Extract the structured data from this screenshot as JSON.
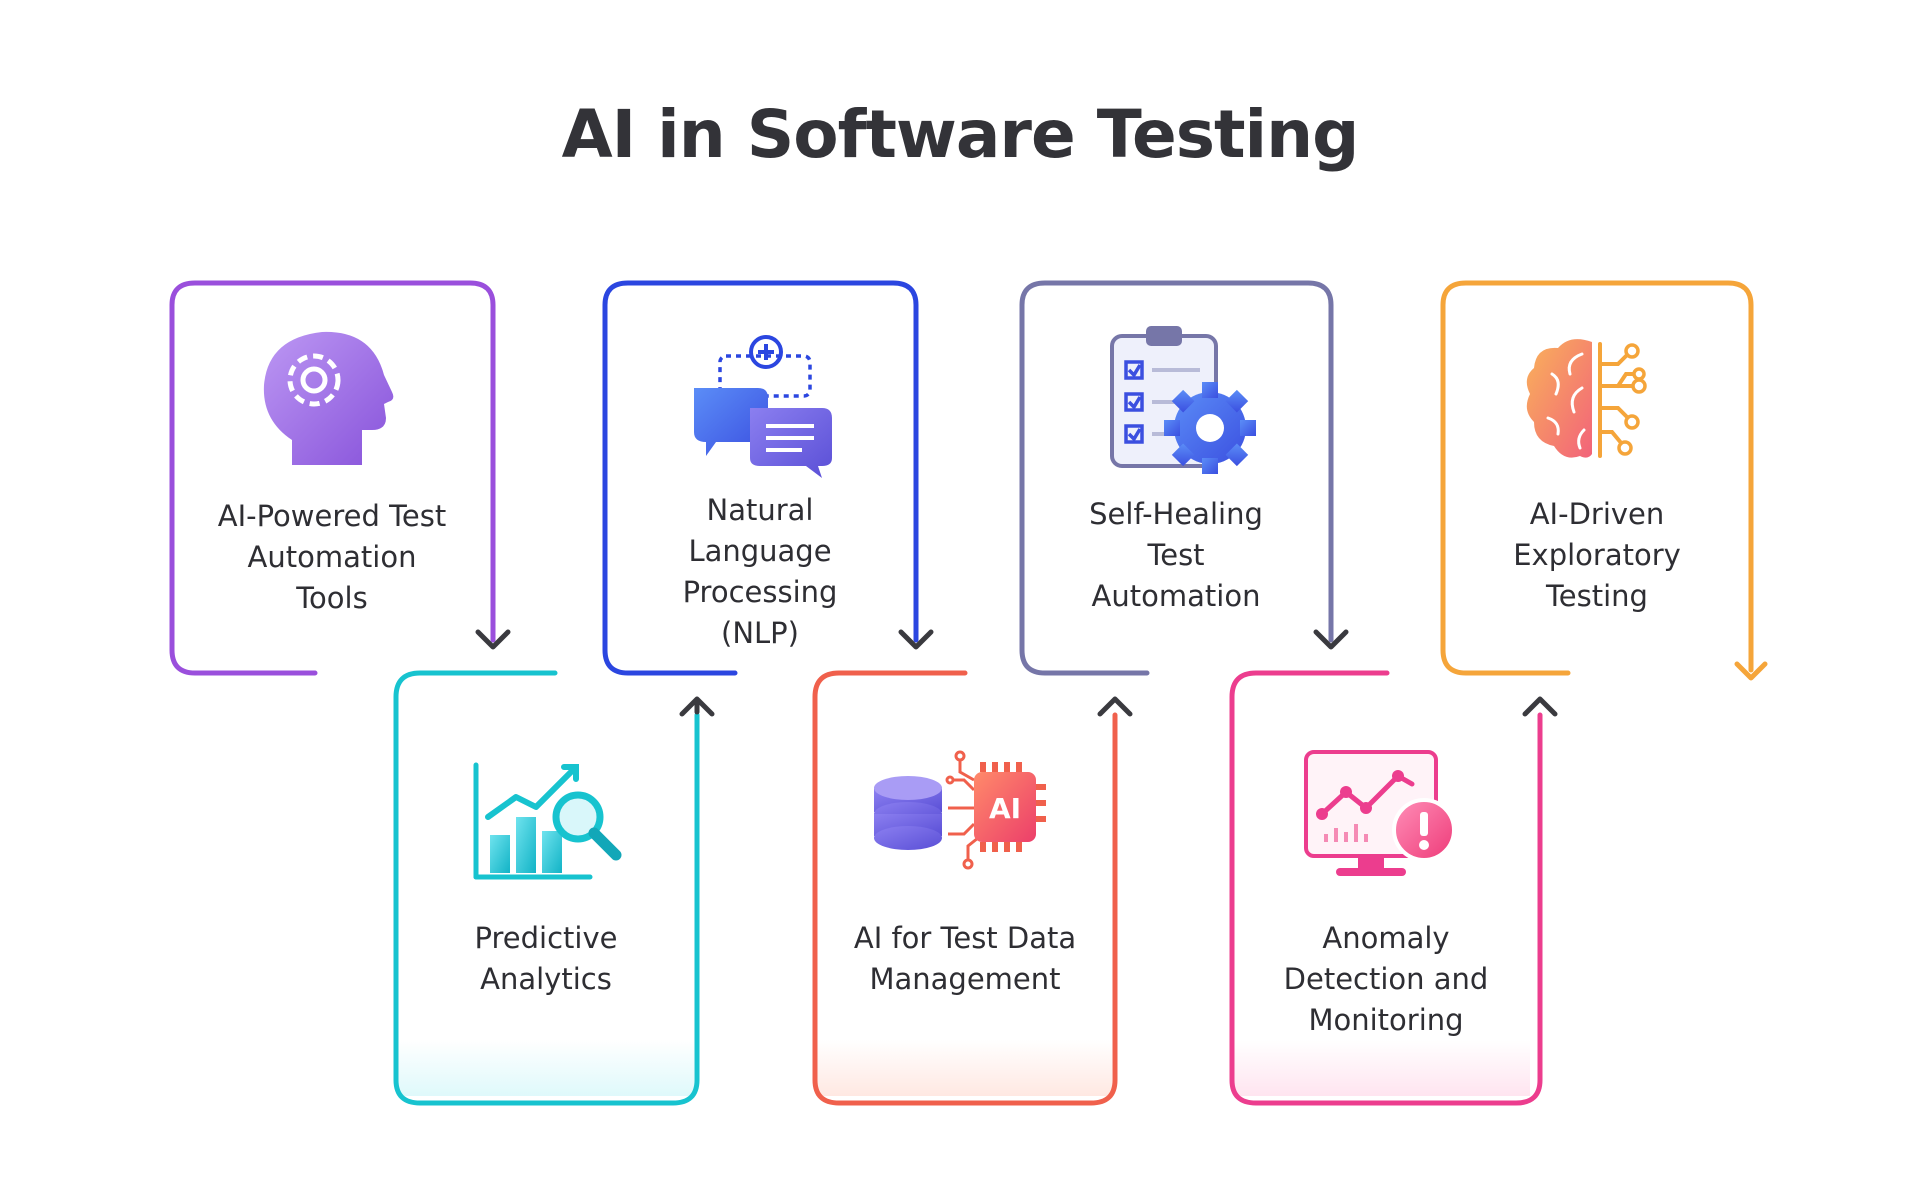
{
  "title": "AI in Software Testing",
  "steps": [
    {
      "lines": [
        "AI-Powered Test",
        "Automation",
        "Tools"
      ],
      "icon": "head-gear-icon",
      "color": "#9a4fdc"
    },
    {
      "lines": [
        "Predictive",
        "Analytics"
      ],
      "icon": "chart-magnifier-icon",
      "color": "#17c3cf"
    },
    {
      "lines": [
        "Natural",
        "Language",
        "Processing",
        "(NLP)"
      ],
      "icon": "chat-bubbles-icon",
      "color": "#2b46e0"
    },
    {
      "lines": [
        "AI for Test Data",
        "Management"
      ],
      "icon": "database-ai-chip-icon",
      "color": "#f0604c"
    },
    {
      "lines": [
        "Self-Healing",
        "Test",
        "Automation"
      ],
      "icon": "clipboard-gear-icon",
      "color": "#7676a8"
    },
    {
      "lines": [
        "Anomaly",
        "Detection and",
        "Monitoring"
      ],
      "icon": "monitor-alert-icon",
      "color": "#ec3d8e"
    },
    {
      "lines": [
        "AI-Driven",
        "Exploratory",
        "Testing"
      ],
      "icon": "brain-circuit-icon",
      "color": "#f5a53a"
    }
  ],
  "colors": {
    "title": "#333338",
    "arrow": "#3a3a3f",
    "text": "#2e2e33"
  }
}
